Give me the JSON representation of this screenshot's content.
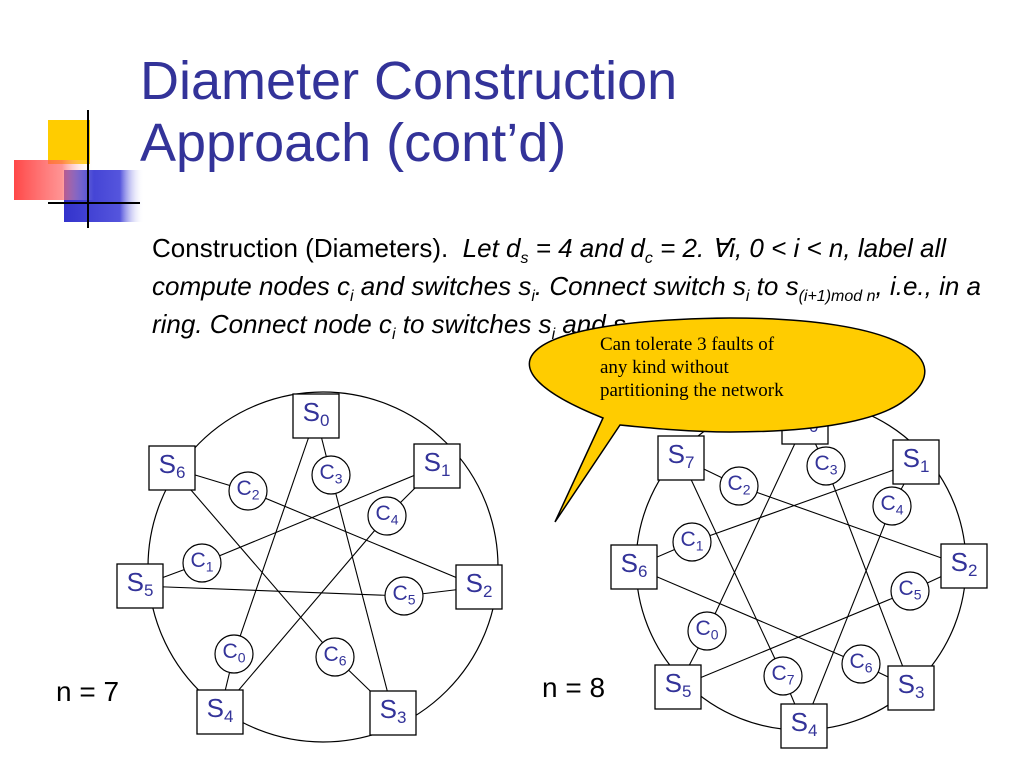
{
  "slide": {
    "title_line1": "Diameter Construction",
    "title_line2": "Approach (cont’d)",
    "body": {
      "lead": "Construction (Diameters).",
      "text1": "Let d",
      "sub_s": "s",
      "text2": " = 4 and d",
      "sub_c": "c",
      "text3": " = 2. ∀i, 0 < i < n, label all compute nodes c",
      "sub_i1": "i",
      "text4": " and switches s",
      "sub_i2": "i",
      "text5": ".  Connect switch s",
      "sub_i3": "i",
      "text6": " to s",
      "sub_mod": "(i+1)mod n",
      "text7": ", i.e., in a ring. Connect node c",
      "sub_i4": "i",
      "text8": " to switches s",
      "sub_i5": "i",
      "text9": " and s",
      "sub_last": "(i+⌊n/2⌋+1)mod n",
      "text10": "."
    },
    "callout": {
      "line1": "Can tolerate 3 faults of",
      "line2": "any kind without",
      "line3": "partitioning the network"
    },
    "diagrams": [
      {
        "label": "n = 7",
        "switches": [
          {
            "letter": "S",
            "sub": "0"
          },
          {
            "letter": "S",
            "sub": "1"
          },
          {
            "letter": "S",
            "sub": "2"
          },
          {
            "letter": "S",
            "sub": "3"
          },
          {
            "letter": "S",
            "sub": "4"
          },
          {
            "letter": "S",
            "sub": "5"
          },
          {
            "letter": "S",
            "sub": "6"
          }
        ],
        "computes": [
          {
            "letter": "C",
            "sub": "0"
          },
          {
            "letter": "C",
            "sub": "1"
          },
          {
            "letter": "C",
            "sub": "2"
          },
          {
            "letter": "C",
            "sub": "3"
          },
          {
            "letter": "C",
            "sub": "4"
          },
          {
            "letter": "C",
            "sub": "5"
          },
          {
            "letter": "C",
            "sub": "6"
          }
        ]
      },
      {
        "label": "n = 8",
        "switches": [
          {
            "letter": "S",
            "sub": "0"
          },
          {
            "letter": "S",
            "sub": "1"
          },
          {
            "letter": "S",
            "sub": "2"
          },
          {
            "letter": "S",
            "sub": "3"
          },
          {
            "letter": "S",
            "sub": "4"
          },
          {
            "letter": "S",
            "sub": "5"
          },
          {
            "letter": "S",
            "sub": "6"
          },
          {
            "letter": "S",
            "sub": "7"
          }
        ],
        "computes": [
          {
            "letter": "C",
            "sub": "0"
          },
          {
            "letter": "C",
            "sub": "1"
          },
          {
            "letter": "C",
            "sub": "2"
          },
          {
            "letter": "C",
            "sub": "3"
          },
          {
            "letter": "C",
            "sub": "4"
          },
          {
            "letter": "C",
            "sub": "5"
          },
          {
            "letter": "C",
            "sub": "6"
          },
          {
            "letter": "C",
            "sub": "7"
          }
        ]
      }
    ],
    "colors": {
      "title": "#333399",
      "node_text": "#333399",
      "callout_fill": "#ffcc00",
      "deco_yellow": "#ffcc00",
      "deco_blue": "#3333cc",
      "deco_red": "#ff3333"
    }
  }
}
